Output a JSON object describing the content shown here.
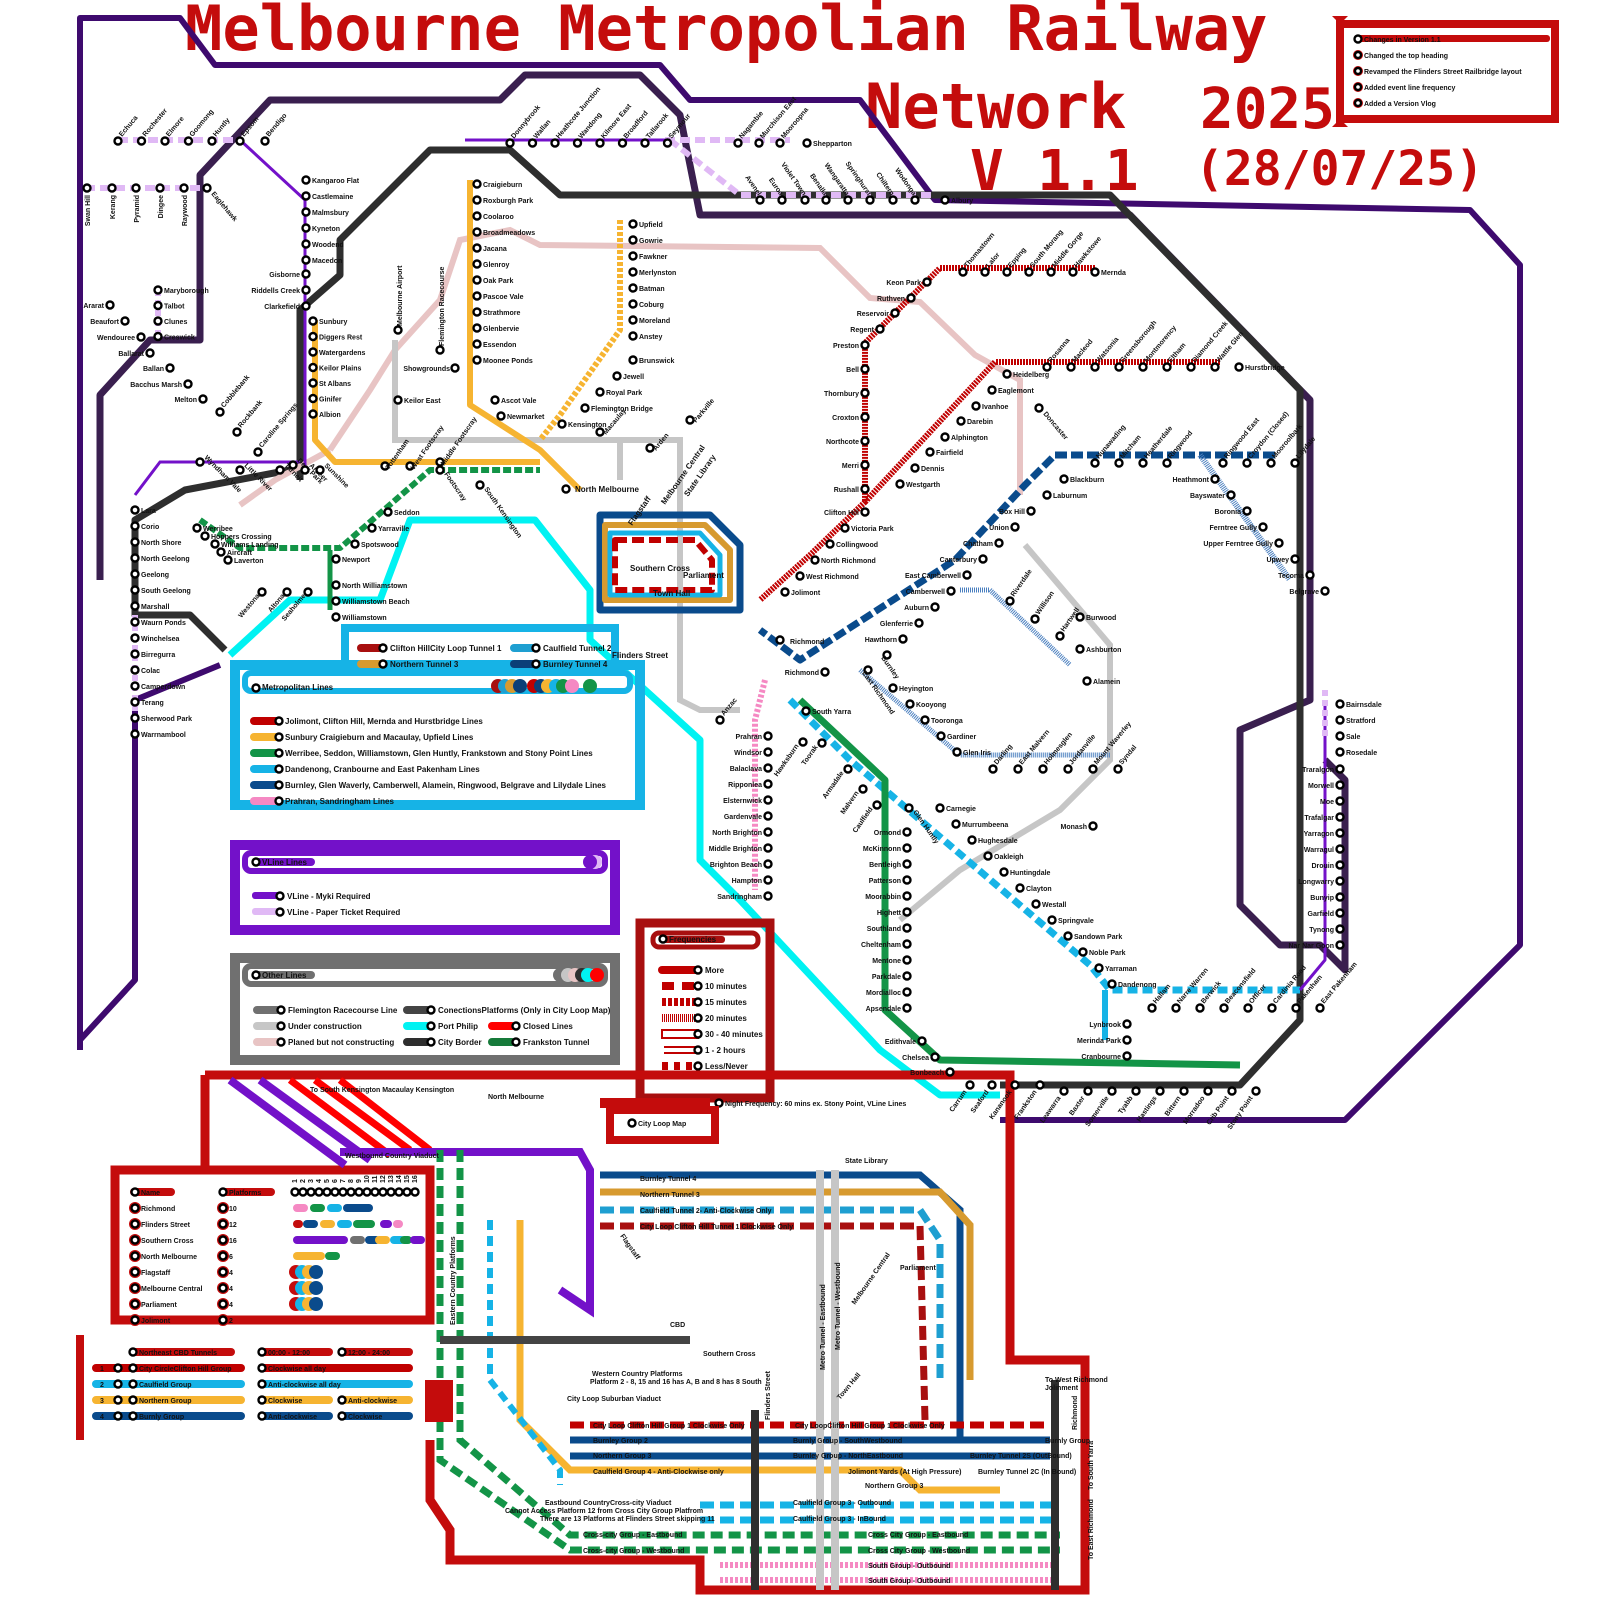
{
  "title": {
    "line1": "Melbourne Metropolian Railway",
    "line2": "Network",
    "year": "2025",
    "version": "V 1.1",
    "date": "(28/07/25)"
  },
  "changelog": {
    "heading": "Changes in Version 1.1",
    "items": [
      "Changed the top heading",
      "Revamped the Flinders Street Railbridge layout",
      "Added event line frequency",
      "Added a Version Vlog"
    ]
  },
  "colors": {
    "title_red": "#c40c0c",
    "clifton_hill_red": "#c00000",
    "northern_gold": "#f6b431",
    "frankston_green": "#139447",
    "caulfield_cyan": "#16b3e6",
    "burnley_blue": "#0a4b8c",
    "sandringham_pink": "#f589c3",
    "vline_purple": "#7311c9",
    "vline_lilac": "#e0b9f5",
    "flemington_grey": "#707070",
    "construction_grey": "#c6c6c6",
    "planned_pink": "#e8c4c4",
    "port_philip_cyan": "#00f2f2",
    "closed_red": "#ff0000",
    "city_border": "#2e2e2e",
    "outer_border": "#3a1f4f"
  },
  "legend_metro": {
    "heading": "Metropolitan Lines",
    "tunnels": [
      {
        "label": "Clifton HillCity Loop Tunnel 1",
        "color": "#a80f0f"
      },
      {
        "label": "Northern Tunnel 3",
        "color": "#d79a2f"
      },
      {
        "label": "Caulfield Tunnel 2",
        "color": "#1e9fd1"
      },
      {
        "label": "Burnley Tunnel 4",
        "color": "#0b3f78"
      }
    ],
    "lines": [
      {
        "label": "Jolimont, Clifton Hill, Mernda and Hurstbridge Lines",
        "color": "#c00000"
      },
      {
        "label": "Sunbury Craigieburn and Macaulay, Upfield Lines",
        "color": "#f6b431"
      },
      {
        "label": "Werribee, Seddon, Williamstown, Glen Huntly, Frankstown and Stony Point Lines",
        "color": "#139447"
      },
      {
        "label": "Dandenong, Cranbourne and East Pakenham Lines",
        "color": "#16b3e6"
      },
      {
        "label": "Burnley, Glen Waverly, Camberwell, Alamein, Ringwood, Belgrave and Lilydale Lines",
        "color": "#0a4b8c"
      },
      {
        "label": "Prahran, Sandringham Lines",
        "color": "#f589c3"
      }
    ]
  },
  "legend_vline": {
    "heading": "VLine Lines",
    "lines": [
      {
        "label": "VLine - Myki Required",
        "color": "#7311c9"
      },
      {
        "label": "VLine - Paper Ticket Required",
        "color": "#e0b9f5"
      }
    ]
  },
  "legend_other": {
    "heading": "Other Lines",
    "lines": [
      {
        "label": "Flemington Racecourse Line",
        "color": "#707070"
      },
      {
        "label": "Under construction",
        "color": "#c6c6c6"
      },
      {
        "label": "Planed but not constructing",
        "color": "#e8c4c4"
      },
      {
        "label": "ConectionsPlatforms (Only in City Loop Map)",
        "color": "#444444"
      },
      {
        "label": "Port Philip",
        "color": "#00f2f2"
      },
      {
        "label": "City Border",
        "color": "#2e2e2e"
      },
      {
        "label": "Closed Lines",
        "color": "#ff0000"
      },
      {
        "label": "Frankston Tunnel",
        "color": "#167a3a"
      }
    ]
  },
  "legend_frequency": {
    "heading": "Frequencies",
    "items": [
      "More",
      "10 minutes",
      "15 minutes",
      "20 minutes",
      "30 - 40 minutes",
      "1 - 2 hours",
      "Less/Never"
    ],
    "night_note": "Night Frequency: 60 mins ex. Stony Point, VLine Lines"
  },
  "city_loop_map_label": "City Loop Map",
  "platform_table": {
    "col_name": "Name",
    "col_platforms": "Platforms",
    "platform_numbers": [
      "1",
      "2",
      "3",
      "4",
      "5",
      "6",
      "7",
      "8",
      "9",
      "10",
      "11",
      "12",
      "13",
      "14",
      "15",
      "16"
    ],
    "rows": [
      {
        "name": "Richmond",
        "platforms": "10"
      },
      {
        "name": "Flinders Street",
        "platforms": "12"
      },
      {
        "name": "Southern Cross",
        "platforms": "16"
      },
      {
        "name": "North Melbourne",
        "platforms": "6"
      },
      {
        "name": "Flagstaff",
        "platforms": "4"
      },
      {
        "name": "Melbourne Central",
        "platforms": "4"
      },
      {
        "name": "Parliament",
        "platforms": "4"
      },
      {
        "name": "Jolimont",
        "platforms": "2"
      }
    ]
  },
  "tunnel_table": {
    "heading": "Northeast CBD Tunnels",
    "time1": "00:00 - 12:00",
    "time2": "12:00 - 24:00",
    "rows": [
      {
        "num": "1",
        "group": "City CircleClifton Hill Group",
        "t1": "Clockwise all day",
        "t2": "",
        "color": "#c00000"
      },
      {
        "num": "2",
        "group": "Caulfield Group",
        "t1": "Anti-clockwise all day",
        "t2": "",
        "color": "#16b3e6"
      },
      {
        "num": "3",
        "group": "Northern Group",
        "t1": "Clockwise",
        "t2": "Anti-clockwise",
        "color": "#f6b431"
      },
      {
        "num": "4",
        "group": "Burnly Group",
        "t1": "Anti-clockwise",
        "t2": "Clockwise",
        "color": "#0a4b8c"
      }
    ]
  },
  "city_loop_labels": {
    "to_south_kensington": "To South Kensington Macaulay Kensington",
    "north_melbourne": "North Melbourne",
    "westbound_viaduct": "Westbound Country Viaduct",
    "burnley_tunnel_4": "Burnley Tunnel 4",
    "northern_tunnel_3": "Northern Tunnel 3",
    "caulfield_tunnel_2": "Caulfield Tunnel 2- Anti-Clockwise Only",
    "city_loop_tunnel_1": "City Loop Clifton Hill Tunnel 1 Clockwise Only",
    "state_library": "State Library",
    "flagstaff": "Flagstaff",
    "melbourne_central": "Melbourne Central",
    "parliament": "Parliament",
    "cbd": "CBD",
    "southern_cross": "Southern Cross",
    "western_country": "Western Country Platforms",
    "platform_note": "Platform 2 - 8, 15 and 16 has A, B and 8 has 8 South",
    "suburban_viaduct": "City Loop Suburban Viaduct",
    "flinders_street": "Flinders Street",
    "town_hall": "Town Hall",
    "metro_tunnel_east": "Metro Tunnel - Eastbound",
    "metro_tunnel_west": "Metro Tunnel - Westbound",
    "eastern_country": "Eastern Country Platforms",
    "west_richmond": "To West Richmond",
    "jolimont": "Jolinment",
    "richmond": "Richmond",
    "south_yarra": "To South Yarra",
    "east_richmond": "To East Richmond",
    "cl_group1_w": "City Loop Clifton Hill Group 1 Clockwise Only",
    "cl_group1_e": "City LoopClifton Hill Group 1 Clockwise Only",
    "burnley_group2": "Burnley Group 2",
    "burnly_sw": "Burnly Group - SouthWestbound",
    "burnley_ne": "Burnley Group - NorthEastbound",
    "northern_group3": "Northern Group 3",
    "northern_group3_e": "Northern Group 3",
    "caulfield_group4": "Caulfield Group 4 - Anti-Clockwise only",
    "jolimont_yards": "Jolimont Yards (At High Pressure)",
    "burnly_group": "Burnly Group",
    "burnley_2s": "Burnley Tunnel 2S (OutBound)",
    "burnley_2c": "Burnley Tunnel 2C (In Bound)",
    "eastbound_country": "Eastbound CountryCross-city Viaduct",
    "cannot_access": "Cannot Access Platform 12 from Cross City Group Platfrom",
    "thirteen_platforms": "There are 13 Platforms at Flinders Street skipping 11",
    "caulfield_out": "Caulfield Group 3 - Outbound",
    "caulfield_in": "Caulfield Group 3 - InBound",
    "crosscity_east": "Cross-city Group - Eastbound",
    "crosscity_west": "Cross-city Group - Westbound",
    "crosscity_east2": "Cross City Group - Eastbound",
    "crosscity_west2": "Cross City Group - Westbound",
    "south_out": "South Group - Outbound",
    "south_out2": "South Group - Outbound"
  },
  "stations": {
    "bendigo_line": [
      "Kangaroo Flat",
      "Castlemaine",
      "Malmsbury",
      "Kyneton",
      "Woodend",
      "Macedon",
      "Gisborne",
      "Riddells Creek",
      "Clarkefield",
      "Sunbury",
      "Diggers Rest",
      "Watergardens",
      "Keilor Plains",
      "St Albans",
      "Ginifer",
      "Albion"
    ],
    "echuca_line": [
      "Echuca",
      "Rochester",
      "Elmore",
      "Goomong",
      "Huntly",
      "Epsom",
      "Bendigo"
    ],
    "swan_hill_line": [
      "Swan Hill",
      "Kerang",
      "Pyramid",
      "Dingee",
      "Raywood",
      "Eaglehawk"
    ],
    "ballarat_area": [
      "Maryborough",
      "Talbot",
      "Clunes",
      "Creswick",
      "Ararat",
      "Beaufort",
      "Wendouree",
      "Ballarat",
      "Ballan",
      "Bacchus Marsh",
      "Melton",
      "Cobblebank",
      "Rockbank",
      "Caroline Springs",
      "Wyndham Vale",
      "Little River",
      "Tarneit",
      "Deer Park",
      "Ardeer",
      "Sunshine"
    ],
    "geelong_line": [
      "Lara",
      "Corio",
      "North Shore",
      "North Geelong",
      "Geelong",
      "South Geelong",
      "Marshall",
      "Waurn Ponds",
      "Winchelsea",
      "Birregurra",
      "Colac",
      "Camperdown",
      "Terang",
      "Sherwood Park",
      "Warrnambool"
    ],
    "werribee_line": [
      "Werribee",
      "Hoppers Crossing",
      "Williams Landing",
      "Aircraft",
      "Laverton",
      "Westona",
      "Altona",
      "Seaholme",
      "Newport",
      "Spotswood",
      "Yarraville",
      "Seddon",
      "Footscray",
      "Middle Footscray",
      "West Footscray",
      "Tottenham",
      "South Kensington"
    ],
    "williamstown_line": [
      "North Williamstown",
      "Williamstown Beach",
      "Williamstown"
    ],
    "airport": [
      "Melbourne Airport",
      "Keilor East",
      "Flemington Racecourse",
      "Showgrounds"
    ],
    "seymour_line": [
      "Donnybrook",
      "Wallan",
      "Heathcote Junction",
      "Wandong",
      "Kilmore East",
      "Broadford",
      "Tallarook",
      "Seymour",
      "Nagambie",
      "Murchison East",
      "Mooroopna",
      "Shepparton"
    ],
    "albury_line": [
      "Avenel",
      "Euroa",
      "Violet Town",
      "Benalla",
      "Wangaratta",
      "Springhurst",
      "Chiltern",
      "Wodonga",
      "Albury"
    ],
    "craigieburn_line": [
      "Craigieburn",
      "Roxburgh Park",
      "Coolaroo",
      "Broadmeadows",
      "Jacana",
      "Glenroy",
      "Oak Park",
      "Pascoe Vale",
      "Strathmore",
      "Glenbervie",
      "Essendon",
      "Moonee Ponds",
      "Ascot Vale",
      "Newmarket",
      "Kensington",
      "Macaulay",
      "Arden",
      "Parkville"
    ],
    "upfield_line": [
      "Upfield",
      "Gowrie",
      "Fawkner",
      "Merlynston",
      "Batman",
      "Coburg",
      "Moreland",
      "Anstey",
      "Brunswick",
      "Jewell",
      "Royal Park",
      "Flemington Bridge"
    ],
    "mernda_line": [
      "Thomastown",
      "Lalor",
      "Epping",
      "South Morang",
      "Middle Gorge",
      "Hawkstowe",
      "Mernda",
      "Keon Park",
      "Ruthven",
      "Reservoir",
      "Regent",
      "Preston",
      "Bell",
      "Thornbury",
      "Croxton",
      "Northcote",
      "Merri",
      "Rushall",
      "Clifton Hill",
      "Victoria Park",
      "Collingwood",
      "North Richmond",
      "West Richmond",
      "Jolimont"
    ],
    "hurstbridge_line": [
      "Rosanna",
      "Macleod",
      "Watsonia",
      "Greensborough",
      "Montmorency",
      "Eltham",
      "Diamond Creek",
      "Wattle Glen",
      "Hurstbridge",
      "Heidelberg",
      "Eaglemont",
      "Ivanhoe",
      "Darebin",
      "Alphington",
      "Fairfield",
      "Dennis",
      "Westgarth",
      "Doncaster"
    ],
    "lilydale_belgrave": [
      "Nunawading",
      "Mitcham",
      "Heatherdale",
      "Ringwood",
      "Ringwood East",
      "Croydon (Closed)",
      "Mooroolbark",
      "Lilydale",
      "Heathmont",
      "Bayswater",
      "Boronia",
      "Ferntree Gully",
      "Upper Ferntree Gully",
      "Upwey",
      "Tecoma",
      "Belgrave",
      "Blackburn",
      "Laburnum",
      "Box Hill",
      "Union",
      "Chatham",
      "Canterbury",
      "East Camberwell",
      "Camberwell",
      "Auburn",
      "Glenferrie",
      "Hawthorn",
      "Burnley",
      "East Richmond",
      "Richmond"
    ],
    "alamein_glenwaverley": [
      "Riverdale",
      "Willison",
      "Hartwell",
      "Burwood",
      "Ashburton",
      "Alamein",
      "Heyington",
      "Kooyong",
      "Tooronga",
      "Gardiner",
      "Glen Iris",
      "Darling",
      "East Malvern",
      "Holmesglen",
      "Jordanville",
      "Mount Waverley",
      "Syndal",
      "Glen Waverley",
      "Monash"
    ],
    "gippsland": [
      "Bairnsdale",
      "Stratford",
      "Sale",
      "Rosedale",
      "Traralgon",
      "Morwell",
      "Moe",
      "Trafalgar",
      "Yarragon",
      "Warragul",
      "Drouin",
      "Longwarry",
      "Bunyip",
      "Garfield",
      "Tynong",
      "Nar Nar Goon"
    ],
    "dandenong_line": [
      "South Yarra",
      "Hawksburn",
      "Toorak",
      "Armadale",
      "Malvern",
      "Caulfield",
      "Carnegie",
      "Murrumbeena",
      "Hughesdale",
      "Oakleigh",
      "Huntingdale",
      "Clayton",
      "Westall",
      "Springvale",
      "Sandown Park",
      "Noble Park",
      "Yarraman",
      "Dandenong",
      "Hallam",
      "Narre Warren",
      "Berwick",
      "Beaconsfield",
      "Officer",
      "Cardinia Road",
      "Pakenham",
      "East Pakenham",
      "Lynbrook",
      "Merinda Park",
      "Cranbourne"
    ],
    "sandringham_line": [
      "Anzac",
      "Prahran",
      "Windsor",
      "Balaclava",
      "Ripponlea",
      "Elsternwick",
      "Gardenvale",
      "North Brighton",
      "Middle Brighton",
      "Brighton Beach",
      "Hampton",
      "Sandringham"
    ],
    "frankston_line": [
      "Glen Huntly",
      "Ormond",
      "McKinnonn",
      "Bentleigh",
      "Patterson",
      "Moorabbin",
      "Highett",
      "Southland",
      "Cheltenham",
      "Mentone",
      "Parkdale",
      "Mordialloc",
      "Apsendale",
      "Edithvale",
      "Chelsea",
      "Bonbeach",
      "Carrum",
      "Seaford",
      "Kananook",
      "Frankston",
      "Leawarra",
      "Baxter",
      "Somerville",
      "Tyabb",
      "Hastings",
      "Bittern",
      "Morradoo",
      "Crib Point",
      "Stony Point"
    ],
    "city": [
      "North Melbourne",
      "Flagstaff",
      "Melbourne Central",
      "State Library",
      "Southern Cross",
      "Parliament",
      "Town Hall",
      "Flinders Street"
    ]
  }
}
